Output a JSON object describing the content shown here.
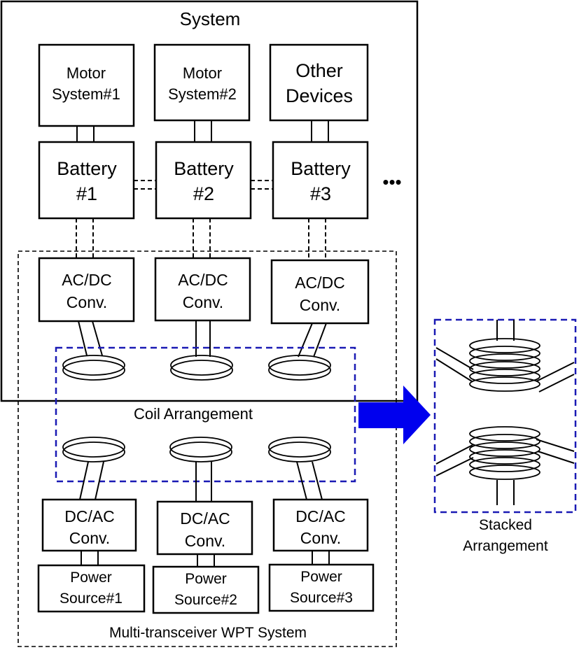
{
  "system_title": "System",
  "top_blocks": [
    {
      "line1": "Motor",
      "line2": "System#1"
    },
    {
      "line1": "Motor",
      "line2": "System#2"
    },
    {
      "line1": "Other",
      "line2": "Devices"
    }
  ],
  "batteries": [
    {
      "line1": "Battery",
      "line2": "#1"
    },
    {
      "line1": "Battery",
      "line2": "#2"
    },
    {
      "line1": "Battery",
      "line2": "#3"
    }
  ],
  "ellipsis": "•••",
  "acdc_converters": [
    {
      "line1": "AC/DC",
      "line2": "Conv."
    },
    {
      "line1": "AC/DC",
      "line2": "Conv."
    },
    {
      "line1": "AC/DC",
      "line2": "Conv."
    }
  ],
  "coil_arrangement_label": "Coil Arrangement",
  "dcac_converters": [
    {
      "line1": "DC/AC",
      "line2": "Conv."
    },
    {
      "line1": "DC/AC",
      "line2": "Conv."
    },
    {
      "line1": "DC/AC",
      "line2": "Conv."
    }
  ],
  "power_sources": [
    {
      "line1": "Power",
      "line2": "Source#1"
    },
    {
      "line1": "Power",
      "line2": "Source#2"
    },
    {
      "line1": "Power",
      "line2": "Source#3"
    }
  ],
  "wpt_system_label": "Multi-transceiver WPT System",
  "stacked_label": {
    "line1": "Stacked",
    "line2": "Arrangement"
  },
  "colors": {
    "arrow": "#0000ee",
    "dashed_blue": "#1a1ab4",
    "line": "#000000"
  }
}
